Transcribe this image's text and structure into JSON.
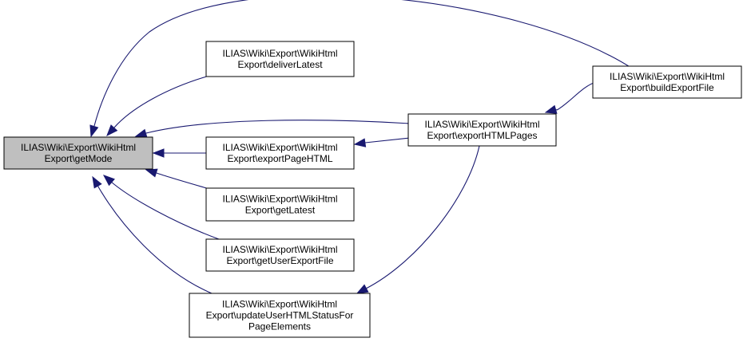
{
  "colors": {
    "edge": "#191970",
    "node_border": "#000000",
    "node_fill": "#ffffff",
    "focus_fill": "#bfbfbf"
  },
  "nodes": [
    {
      "id": "getMode",
      "lines": [
        "ILIAS\\Wiki\\Export\\WikiHtml",
        "Export\\getMode"
      ],
      "focus": true
    },
    {
      "id": "deliverLatest",
      "lines": [
        "ILIAS\\Wiki\\Export\\WikiHtml",
        "Export\\deliverLatest"
      ]
    },
    {
      "id": "exportPageHTML",
      "lines": [
        "ILIAS\\Wiki\\Export\\WikiHtml",
        "Export\\exportPageHTML"
      ]
    },
    {
      "id": "getLatest",
      "lines": [
        "ILIAS\\Wiki\\Export\\WikiHtml",
        "Export\\getLatest"
      ]
    },
    {
      "id": "getUserExportFile",
      "lines": [
        "ILIAS\\Wiki\\Export\\WikiHtml",
        "Export\\getUserExportFile"
      ]
    },
    {
      "id": "updateUserHTMLStatus",
      "lines": [
        "ILIAS\\Wiki\\Export\\WikiHtml",
        "Export\\updateUserHTMLStatusFor",
        "PageElements"
      ]
    },
    {
      "id": "exportHTMLPages",
      "lines": [
        "ILIAS\\Wiki\\Export\\WikiHtml",
        "Export\\exportHTMLPages"
      ]
    },
    {
      "id": "buildExportFile",
      "lines": [
        "ILIAS\\Wiki\\Export\\WikiHtml",
        "Export\\buildExportFile"
      ]
    }
  ],
  "edges": [
    {
      "from": "buildExportFile",
      "to": "getMode"
    },
    {
      "from": "deliverLatest",
      "to": "getMode"
    },
    {
      "from": "exportHTMLPages",
      "to": "getMode"
    },
    {
      "from": "exportPageHTML",
      "to": "getMode"
    },
    {
      "from": "getLatest",
      "to": "getMode"
    },
    {
      "from": "getUserExportFile",
      "to": "getMode"
    },
    {
      "from": "updateUserHTMLStatus",
      "to": "getMode"
    },
    {
      "from": "exportHTMLPages",
      "to": "exportPageHTML"
    },
    {
      "from": "buildExportFile",
      "to": "exportHTMLPages"
    },
    {
      "from": "updateUserHTMLStatus",
      "to": "exportHTMLPages"
    }
  ]
}
